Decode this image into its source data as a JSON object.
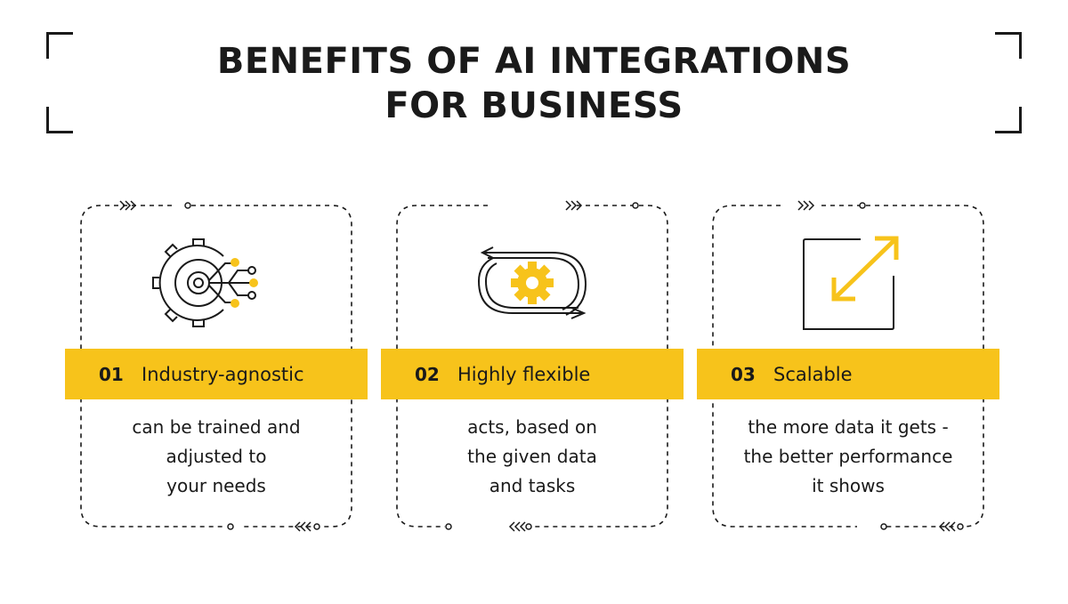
{
  "title": {
    "line1": "BENEFITS OF AI INTEGRATIONS",
    "line2": "FOR BUSINESS"
  },
  "colors": {
    "accent": "#F7C31B",
    "ink": "#1a1a1a"
  },
  "cards": [
    {
      "number": "01",
      "name": "Industry-agnostic",
      "icon": "gear-circuit-icon",
      "lines": [
        "can be trained and",
        "adjusted to",
        "your needs"
      ]
    },
    {
      "number": "02",
      "name": "Highly flexible",
      "icon": "cycle-gear-icon",
      "lines": [
        "acts, based on",
        "the given data",
        "and tasks"
      ]
    },
    {
      "number": "03",
      "name": "Scalable",
      "icon": "expand-arrows-icon",
      "lines": [
        "the more data it gets -",
        "the better performance",
        "it shows"
      ]
    }
  ]
}
